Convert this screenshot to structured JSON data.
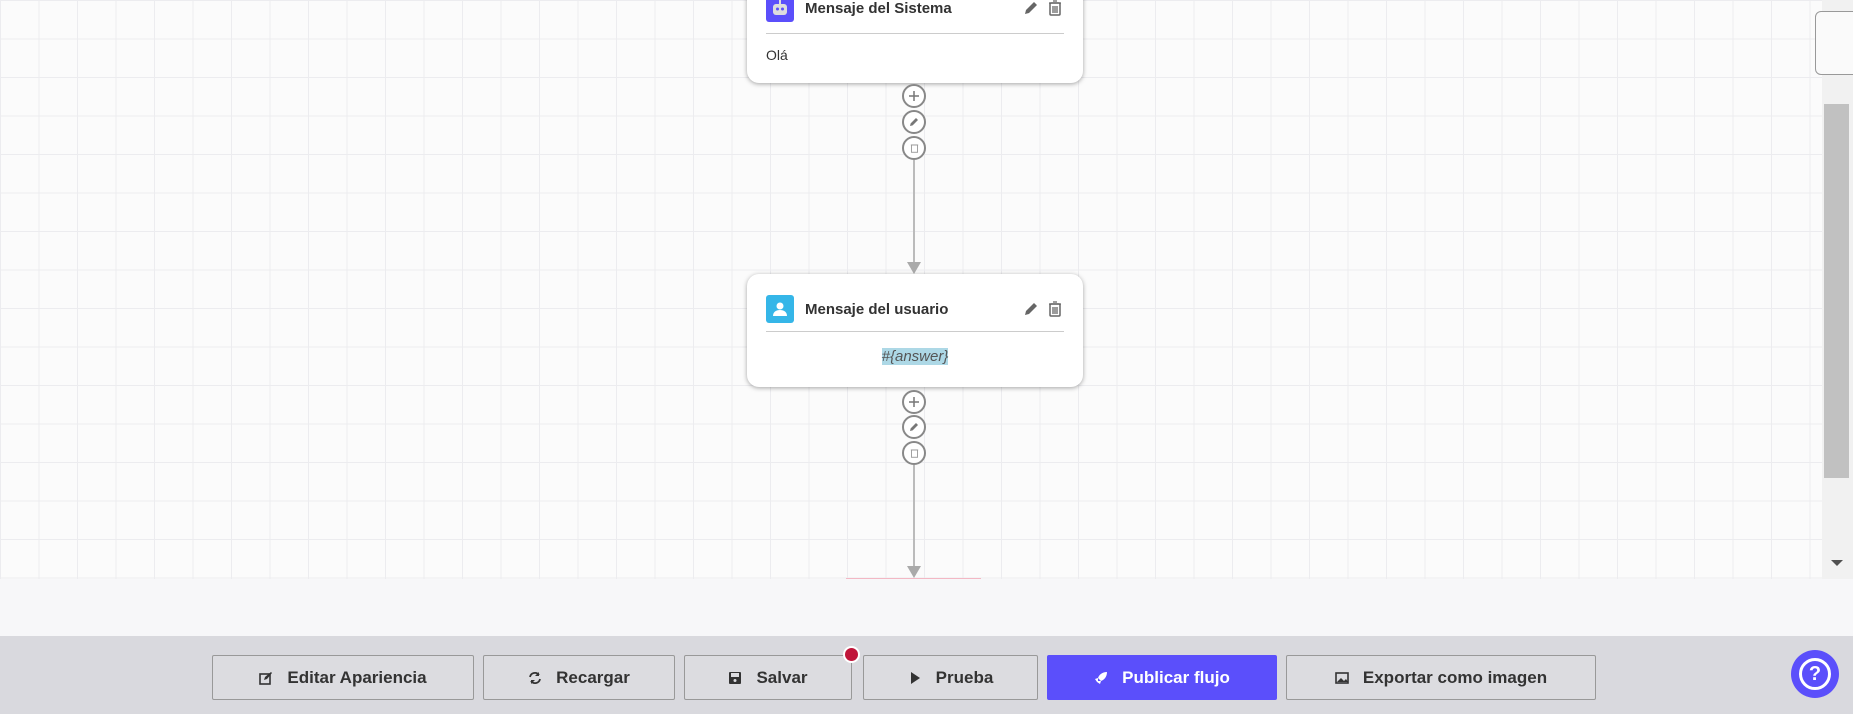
{
  "nodes": [
    {
      "title": "Mensaje del Sistema",
      "icon": "robot-icon",
      "icon_color": "#5b4ffb",
      "content": "Olá"
    },
    {
      "title": "Mensaje del usuario",
      "icon": "user-icon",
      "icon_color": "#35b6e8",
      "content": "#{answer}"
    }
  ],
  "toolbar": {
    "edit_appearance": "Editar Apariencia",
    "reload": "Recargar",
    "save": "Salvar",
    "test": "Prueba",
    "publish": "Publicar flujo",
    "export": "Exportar como imagen"
  },
  "colors": {
    "accent": "#5b4ffb",
    "unsaved_dot": "#c0163a"
  }
}
